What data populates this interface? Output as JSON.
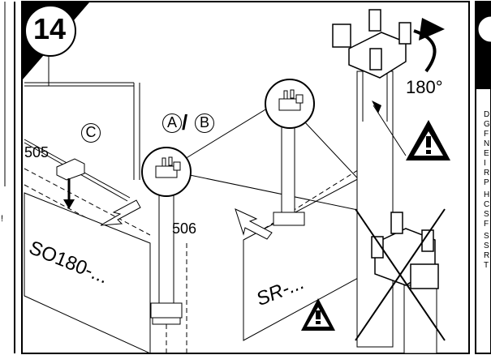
{
  "step": {
    "number": "14"
  },
  "labels": {
    "rotation": "180°",
    "part_c": "C",
    "part_a": "A",
    "part_b": "B",
    "separator": "/",
    "part_505": "505",
    "part_506": "506",
    "model_so": "SO180-...",
    "model_sr": "SR-...",
    "left_edge_text": "!!"
  },
  "right_panel": {
    "letters": [
      "D",
      "G",
      "F",
      "N",
      "E",
      "I",
      "R",
      "P",
      "H",
      "C",
      "S",
      "F",
      "S",
      "S",
      "R",
      "T"
    ]
  },
  "colors": {
    "ink": "#000000",
    "paper": "#ffffff"
  }
}
